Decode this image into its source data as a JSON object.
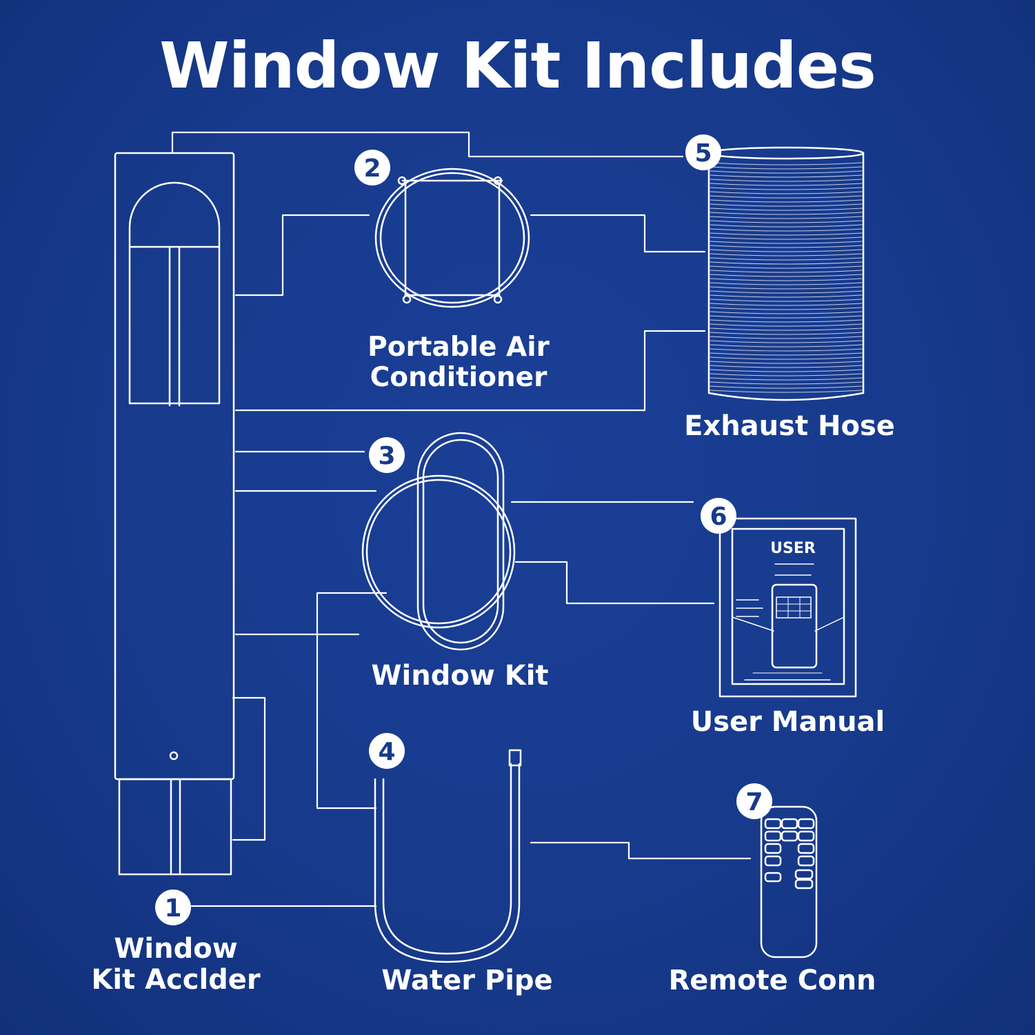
{
  "title": "Window Kit Includes",
  "colors": {
    "background": "#173a8c",
    "line": "#ffffff",
    "badge_text": "#173a8c"
  },
  "items": [
    {
      "number": "1",
      "label_line1": "Window",
      "label_line2": "Kit Acclder",
      "icon": "window-slider-panel-icon"
    },
    {
      "number": "2",
      "label_line1": "Portable Air",
      "label_line2": "Conditioner",
      "icon": "round-flange-icon"
    },
    {
      "number": "3",
      "label": "Window Kit",
      "icon": "window-kit-ring-icon"
    },
    {
      "number": "4",
      "label": "Water Pipe",
      "icon": "water-pipe-icon"
    },
    {
      "number": "5",
      "label": "Exhaust Hose",
      "icon": "exhaust-hose-icon"
    },
    {
      "number": "6",
      "label": "User Manual",
      "icon": "user-manual-icon",
      "manual_cover_text": "USER"
    },
    {
      "number": "7",
      "label": "Remote Conn",
      "icon": "remote-control-icon"
    }
  ]
}
